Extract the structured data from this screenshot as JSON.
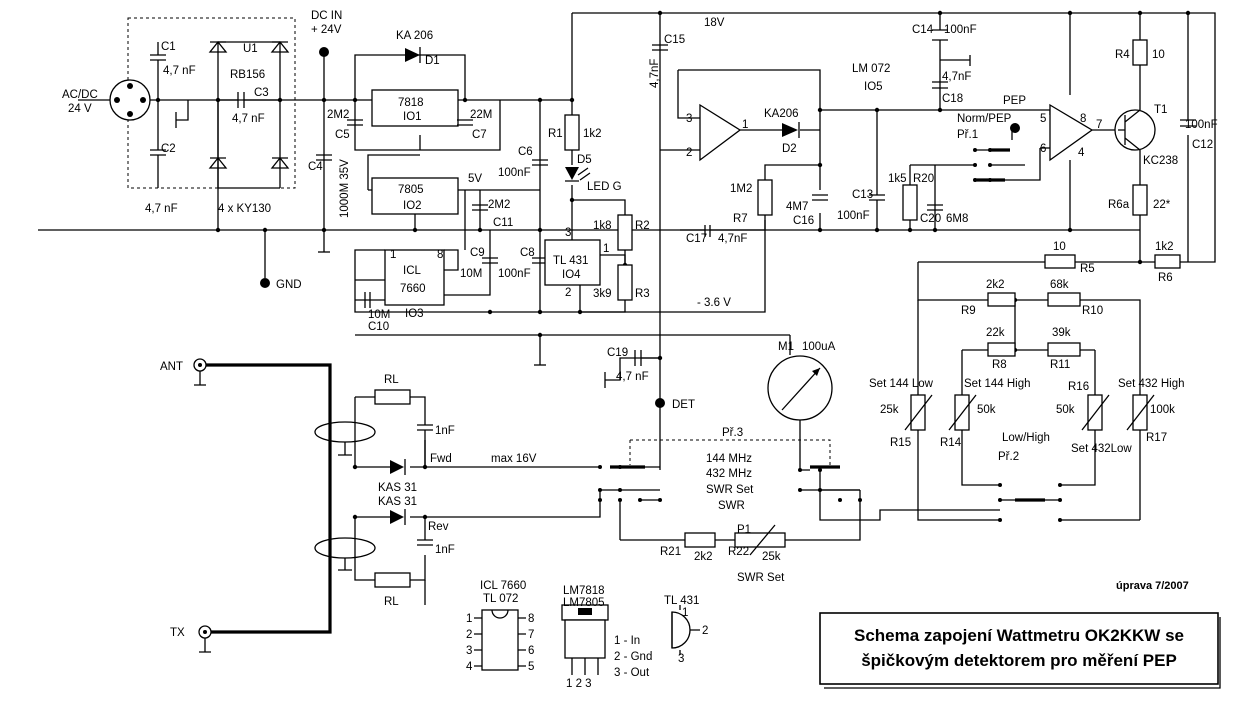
{
  "labels": {
    "ac_dc": "AC/DC",
    "v24": "24 V",
    "c1": "C1",
    "c1v": "4,7 nF",
    "c2": "C2",
    "c2v": "4,7 nF",
    "u1": "U1",
    "rb156": "RB156",
    "c3": "C3",
    "c3v": "4,7 nF",
    "ky130": "4 x KY130",
    "dcin": "DC IN",
    "dcin_v": "+ 24V",
    "gnd": "GND",
    "ka206_top": "KA 206",
    "d1": "D1",
    "ic7818": "7818",
    "io1": "IO1",
    "c5v": "2M2",
    "c5": "C5",
    "c7v": "22M",
    "c7": "C7",
    "c4": "C4",
    "c4v": "1000M  35V",
    "ic7805": "7805",
    "io2": "IO2",
    "v5": "5V",
    "c11v": "2M2",
    "c11": "C11",
    "icl": "ICL",
    "icl2": "7660",
    "io3": "IO3",
    "c10v": "10M",
    "c10": "C10",
    "c9": "C9",
    "c9v": "10M",
    "c8": "C8",
    "c8v": "100nF",
    "c6": "C6",
    "c6v": "100nF",
    "r1": "R1",
    "r1v": "1k2",
    "d5": "D5",
    "led": "LED G",
    "tl431": "TL 431",
    "io4": "IO4",
    "r2v": "1k8",
    "r2": "R2",
    "r3v": "3k9",
    "r3": "R3",
    "v36": "- 3.6 V",
    "v18": "18V",
    "c15": "C15",
    "c15v": "4,7nF",
    "ka206": "KA206",
    "d2": "D2",
    "lm072": "LM 072",
    "io5": "IO5",
    "c14": "C14",
    "c14v": "100nF",
    "c18v": "4,7nF",
    "c18": "C18",
    "r7v": "1M2",
    "r7": "R7",
    "c16v": "4M7",
    "c16": "C16",
    "c17": "C17",
    "c17v": "4,7nF",
    "c13": "C13",
    "c13v": "100nF",
    "r20v": "1k5",
    "r20": "R20",
    "c20": "C20",
    "c20v": "6M8",
    "pep": "PEP",
    "normpep": "Norm/PEP",
    "pr1": "Př.1",
    "r4": "R4",
    "r4v": "10",
    "t1": "T1",
    "kc238": "KC238",
    "c12v": "100nF",
    "c12": "C12",
    "r6a": "R6a",
    "r6av": "22*",
    "r5v": "10",
    "r5": "R5",
    "r6v": "1k2",
    "r6": "R6",
    "r9v": "2k2",
    "r9": "R9",
    "r10v": "68k",
    "r10": "R10",
    "r8v": "22k",
    "r8": "R8",
    "r11v": "39k",
    "r11": "R11",
    "m1": "M1",
    "m1v": "100uA",
    "c19": "C19",
    "c19v": "4,7 nF",
    "det": "DET",
    "set144low": "Set 144 Low",
    "set144high": "Set 144 High",
    "r16": "R16",
    "set432high": "Set 432 High",
    "r15v": "25k",
    "r14v": "50k",
    "r16v": "50k",
    "r17v": "100k",
    "r15": "R15",
    "r14": "R14",
    "set432low": "Set 432Low",
    "r17": "R17",
    "lowhigh": "Low/High",
    "pr2": "Př.2",
    "pr3": "Př.3",
    "sw144": "144 MHz",
    "sw432": "432 MHz",
    "swrset": "SWR Set",
    "swr": "SWR",
    "ant": "ANT",
    "tx": "TX",
    "rl1": "RL",
    "rl2": "RL",
    "nf1": "1nF",
    "nf2": "1nF",
    "fwd": "Fwd",
    "max16": "max 16V",
    "rev": "Rev",
    "kas1": "KAS 31",
    "kas2": "KAS 31",
    "r21": "R21",
    "r21v": "2k2",
    "r22": "R22",
    "r22v": "25k",
    "p1": "P1",
    "swrset2": "SWR Set",
    "icl7660": "ICL 7660",
    "tl072": "TL 072",
    "pin1": "1",
    "pin2": "2",
    "pin3": "3",
    "pin4": "4",
    "pin5": "5",
    "pin6": "6",
    "pin7": "7",
    "pin8": "8",
    "lm7818": "LM7818",
    "lm7805": "LM7805",
    "pin_in": "1 - In",
    "pin_gnd": "2 - Gnd",
    "pin_out": "3 - Out",
    "reg_pins": "1 2 3",
    "tl431b": "TL 431",
    "t431_1": "1",
    "t431_2": "2",
    "t431_3": "3",
    "uprava": "úprava 7/2007",
    "io3_pin1": "1",
    "io3_pin8": "8",
    "io4_pin3": "3",
    "io4_pin1": "1",
    "io4_pin2": "2",
    "op_3": "3",
    "op_2": "2",
    "op_1": "1",
    "op_5": "5",
    "op_6": "6",
    "op_7": "7",
    "op_8": "8",
    "op_4": "4"
  },
  "title": {
    "line1": "Schema zapojení Wattmetru OK2KKW se",
    "line2": "špičkovým detektorem pro měření PEP"
  }
}
